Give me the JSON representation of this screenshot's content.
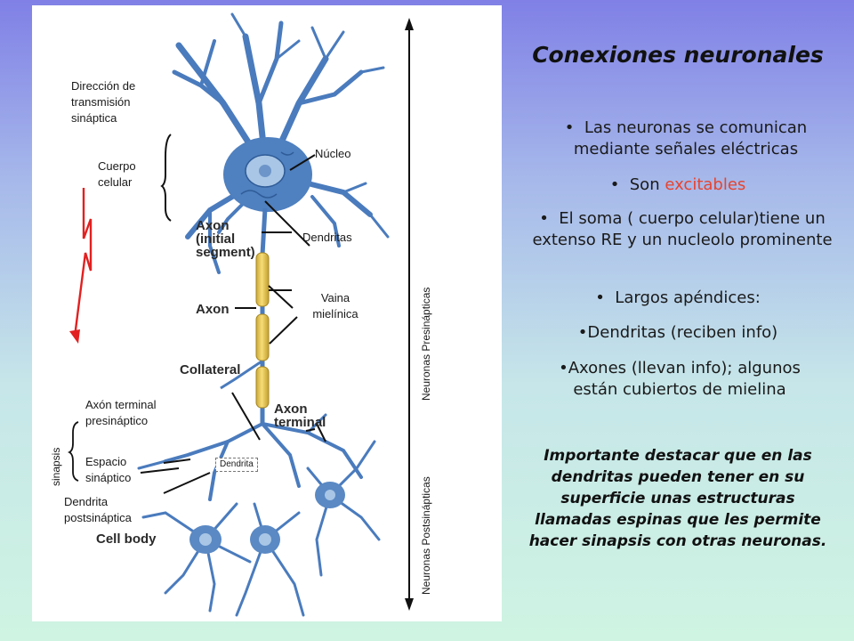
{
  "diagram": {
    "labels": {
      "direction": "Dirección de transmisión sináptica",
      "cell_body": "Cuerpo celular",
      "nucleus": "Núcleo",
      "dendrites": "Dendritas",
      "axon_initial": "Axon (initial segment)",
      "axon": "Axon",
      "myelin": "Vaina mielínica",
      "collateral": "Collateral",
      "axon_terminal_en": "Axon terminal",
      "axon_terminal_es": "Axón terminal presináptico",
      "synapse": "sinapsis",
      "synaptic_space": "Espacio sináptico",
      "dendrite": "Dendrita",
      "post_dendrite": "Dendrita postsináptica",
      "cell_body_en": "Cell body",
      "presynaptic": "Neuronas Presinápticas",
      "postsynaptic": "Neuronas Postsinápticas"
    }
  },
  "slide": {
    "title": "Conexiones neuronales",
    "bullets": {
      "b1": "Las neuronas se comunican mediante señales eléctricas",
      "b2_prefix": "Son ",
      "b2_accent": "excitables",
      "b3": "El soma ( cuerpo celular)tiene un extenso RE y un nucleolo prominente",
      "b4": "Largos apéndices:",
      "b5": "Dendritas (reciben info)",
      "b6": "Axones (llevan info); algunos están cubiertos de mielina"
    },
    "note": "Importante destacar que en las dendritas pueden tener en su superficie unas estructuras llamadas espinas que les permite hacer sinapsis con otras neuronas.",
    "accent_color": "#e8432e"
  }
}
